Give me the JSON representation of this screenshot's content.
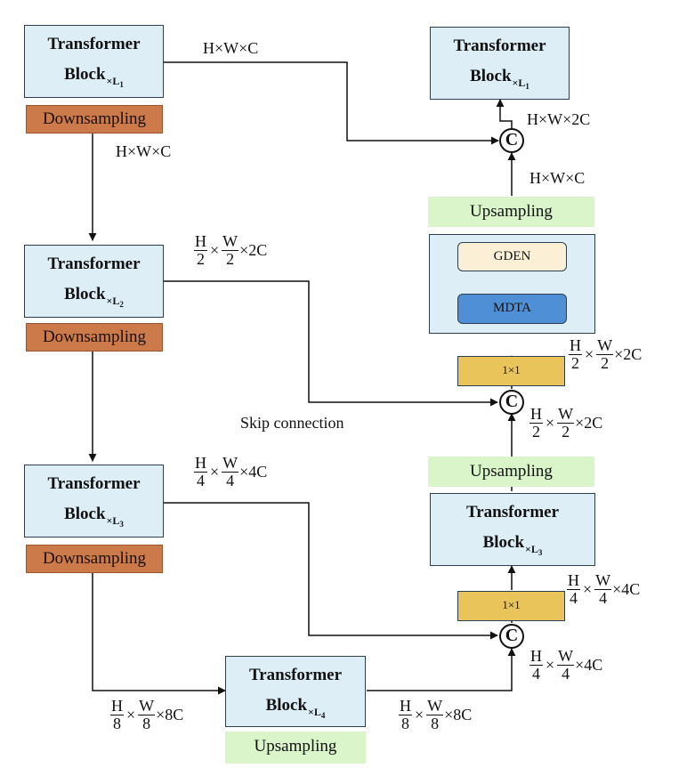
{
  "transformer_title": "Transformer",
  "block_label": "Block",
  "times_L": "×L",
  "subs": {
    "one": "1",
    "two": "2",
    "three": "3",
    "four": "4"
  },
  "downsampling": "Downsampling",
  "upsampling": "Upsampling",
  "gden": "GDEN",
  "mdta": "MDTA",
  "conv": "1×1",
  "concat": "C",
  "skip_connection": "Skip connection",
  "dims": {
    "hwc": "H×W×C",
    "hw2c": "H×W×2C",
    "H": "H",
    "W": "W",
    "times": "×",
    "d2": "2",
    "d4": "4",
    "d8": "8",
    "c2": "×2C",
    "c4": "×4C",
    "c8": "×8C"
  }
}
